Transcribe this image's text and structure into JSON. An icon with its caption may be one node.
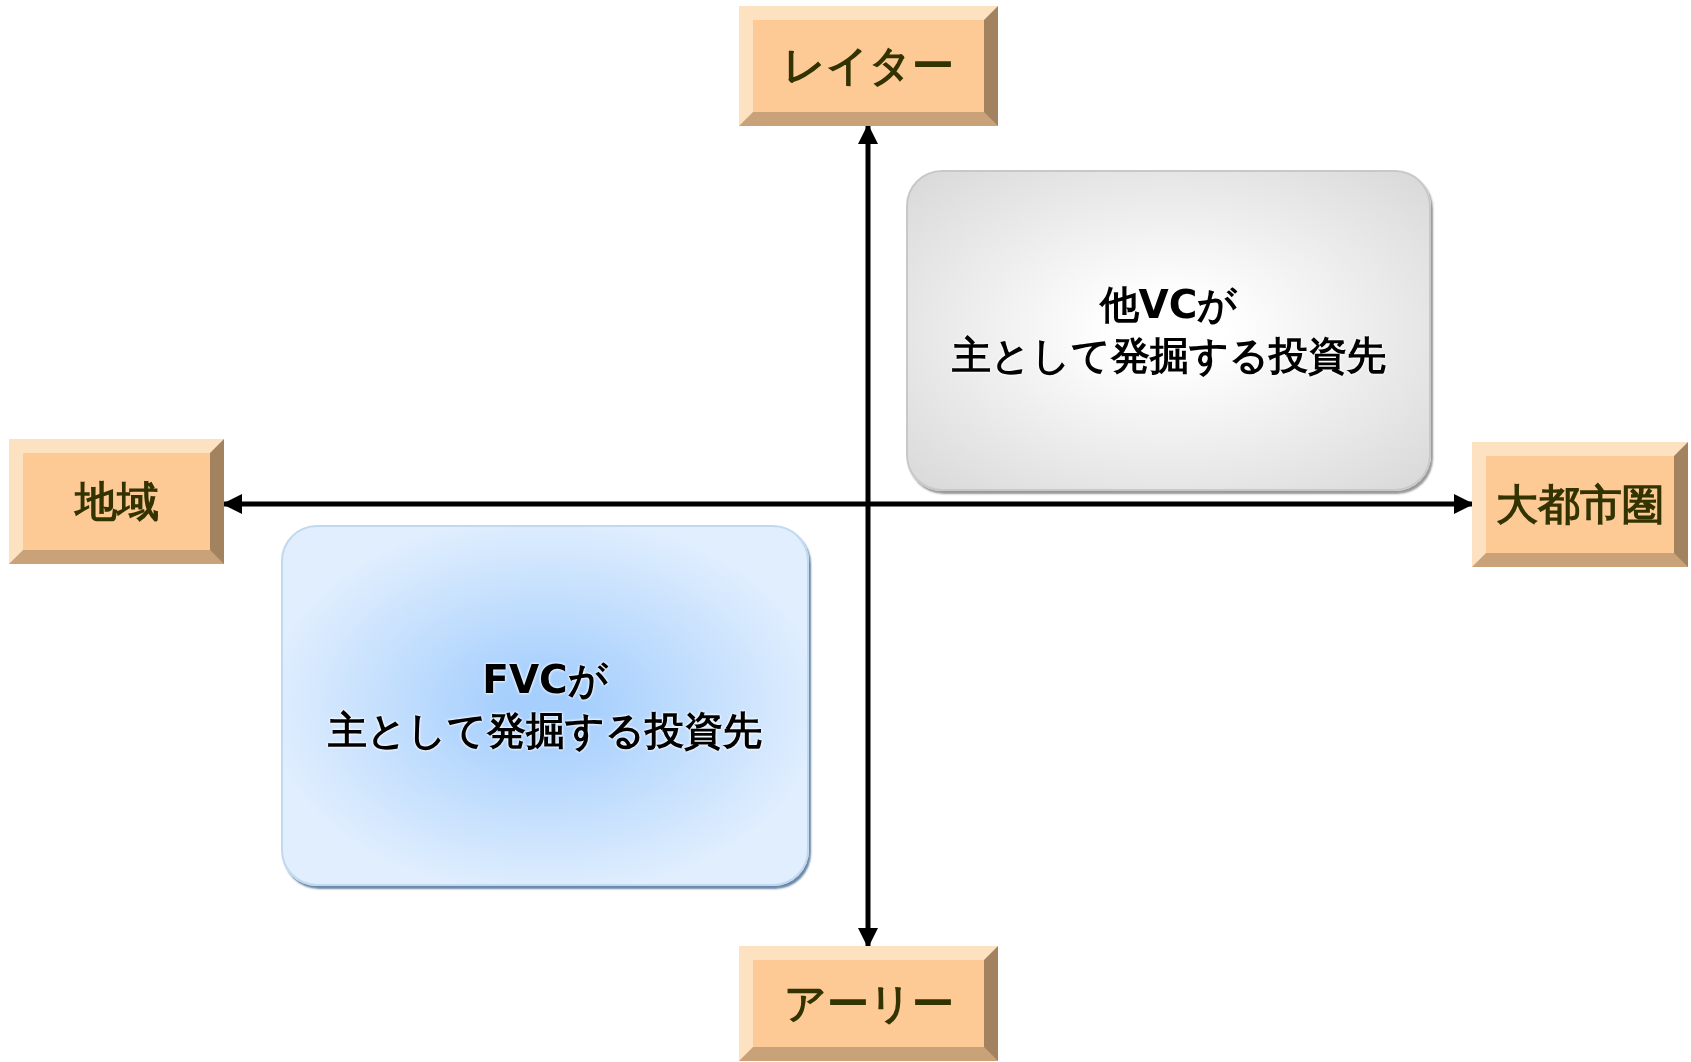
{
  "diagram": {
    "nodes": [
      {
        "text": [
          "レイター"
        ]
      },
      {
        "text": [
          "他VCが",
          "主として発掘する投資先"
        ]
      },
      {
        "text": [
          "地域"
        ]
      },
      {
        "text": [
          "大都市圏"
        ]
      },
      {
        "text": [
          "FVCが",
          "主として発掘する投資先"
        ]
      },
      {
        "text": [
          "アーリー"
        ]
      }
    ],
    "edges": [
      {
        "from": 5,
        "to": 0,
        "arrow": "both"
      },
      {
        "from": 2,
        "to": 3,
        "arrow": "both"
      }
    ]
  }
}
